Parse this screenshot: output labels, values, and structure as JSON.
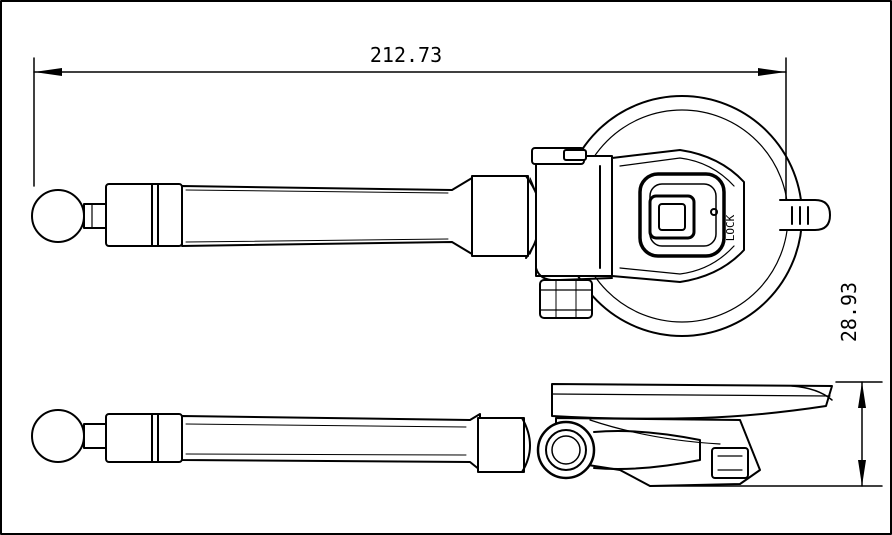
{
  "drawing": {
    "dimension_width": "212.73",
    "dimension_height": "28.93",
    "lock_label": "LOCK"
  }
}
